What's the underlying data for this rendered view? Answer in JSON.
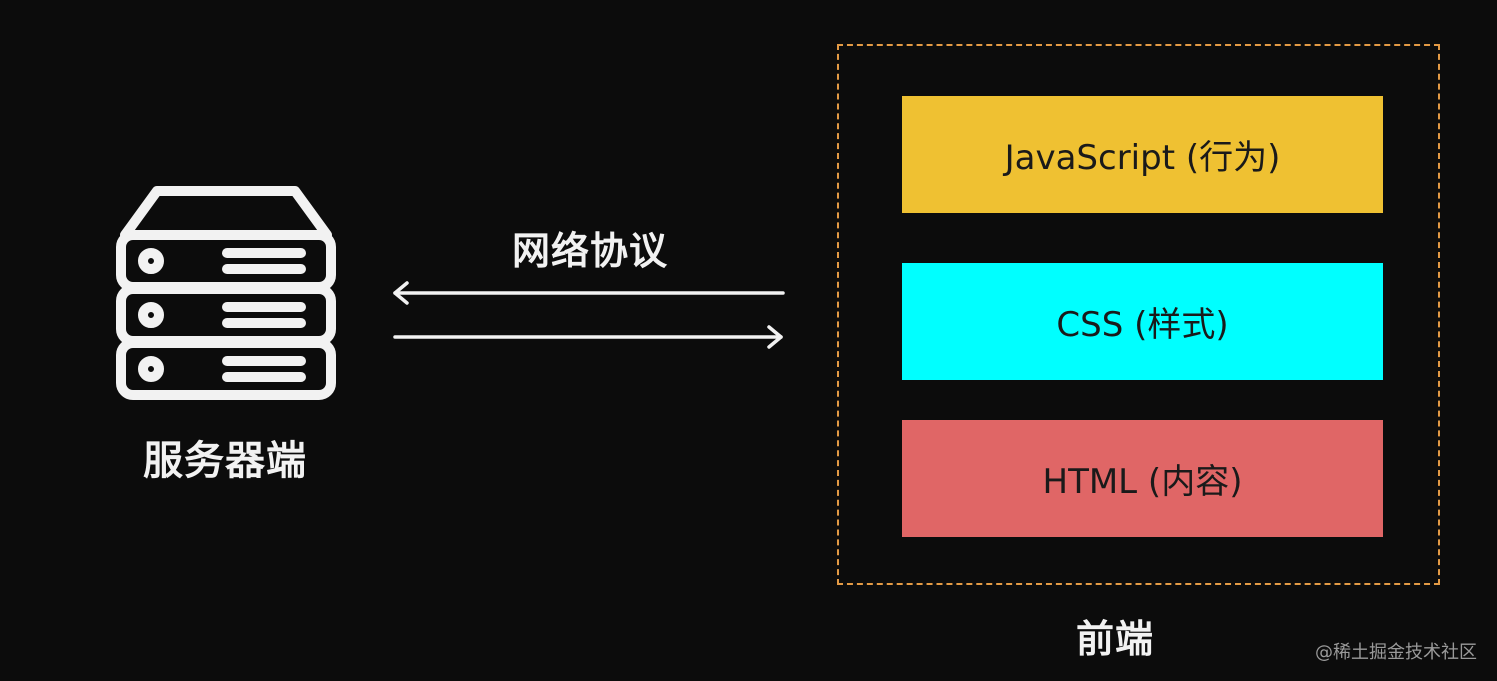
{
  "server": {
    "icon": "server-stack-icon",
    "label": "服务器端"
  },
  "protocol": {
    "label": "网络协议",
    "arrows": [
      "arrow-left-icon",
      "arrow-right-icon"
    ]
  },
  "frontend": {
    "label": "前端",
    "layers": [
      {
        "label": "JavaScript (行为)",
        "color": "#efc132"
      },
      {
        "label": "CSS (样式)",
        "color": "#00ffff"
      },
      {
        "label": "HTML (内容)",
        "color": "#e06666"
      }
    ],
    "frame_color": "#e39a45"
  },
  "watermark": "@稀土掘金技术社区",
  "colors": {
    "background": "#0c0c0c",
    "foreground": "#f2f2f2"
  }
}
